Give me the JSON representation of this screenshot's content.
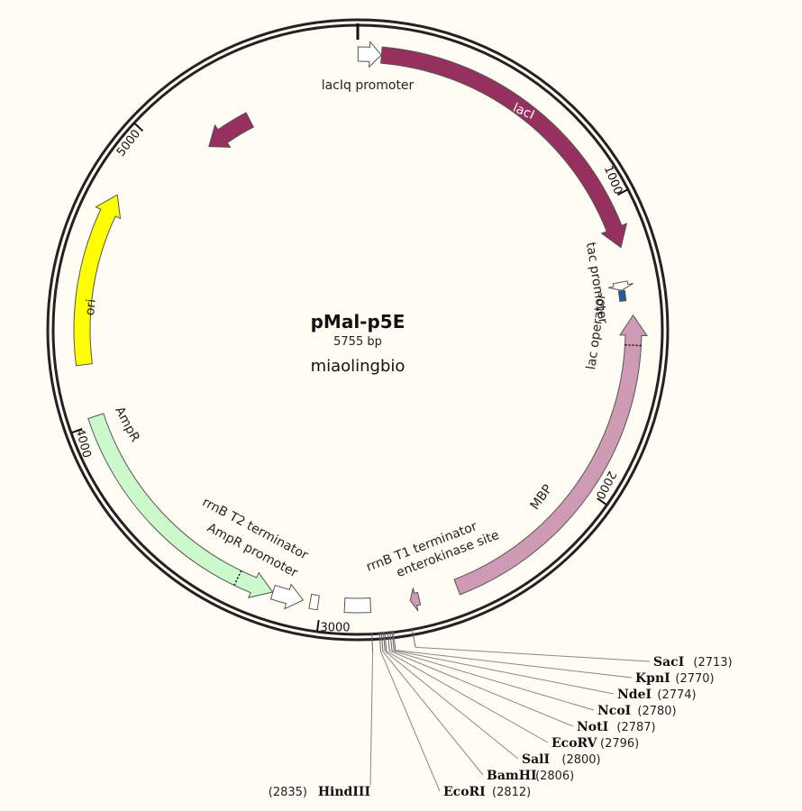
{
  "plasmid": {
    "name": "pMal-p5E",
    "length_bp": 5755,
    "length_label": "5755 bp",
    "source": "miaolingbio"
  },
  "ticks": [
    {
      "pos": 1000,
      "label": "1000"
    },
    {
      "pos": 2000,
      "label": "2000"
    },
    {
      "pos": 3000,
      "label": "3000"
    },
    {
      "pos": 4000,
      "label": "4000"
    },
    {
      "pos": 5000,
      "label": "5000"
    }
  ],
  "features": [
    {
      "name": "lacIq promoter",
      "start": 1,
      "end": 78,
      "strand": 1,
      "type": "promoter",
      "label": "lacIq promoter",
      "inner_label": "",
      "color": "#ffffff"
    },
    {
      "name": "lacI",
      "start": 79,
      "end": 1161,
      "strand": 1,
      "type": "cds",
      "label": "",
      "inner_label": "lacI",
      "color": "#96305e"
    },
    {
      "name": "tac promoter",
      "start": 1275,
      "end": 1303,
      "strand": 1,
      "type": "promoter",
      "label": "tac promoter",
      "inner_label": "",
      "color": "#ffffff"
    },
    {
      "name": "lac operator",
      "start": 1311,
      "end": 1327,
      "strand": 1,
      "type": "operator",
      "label": "lac operator",
      "inner_label": "",
      "color": "#1f5fa0"
    },
    {
      "name": "MBP",
      "start": 1390,
      "end": 2540,
      "strand": -1,
      "type": "cds",
      "label": "MBP",
      "inner_label": "",
      "color": "#cf9ab3"
    },
    {
      "name": "enterokinase site",
      "start": 2680,
      "end": 2694,
      "strand": 1,
      "type": "site",
      "label": "enterokinase site",
      "inner_label": "",
      "color": "#cf9ab3"
    },
    {
      "name": "rrnB T1 terminator",
      "start": 2835,
      "end": 2921,
      "strand": 1,
      "type": "terminator",
      "label": "rrnB T1 terminator",
      "inner_label": "",
      "color": "#ffffff"
    },
    {
      "name": "rrnB T2 terminator",
      "start": 3009,
      "end": 3036,
      "strand": 1,
      "type": "terminator",
      "label": "rrnB T2 terminator",
      "inner_label": "",
      "color": "#ffffff"
    },
    {
      "name": "AmpR promoter",
      "start": 3060,
      "end": 3164,
      "strand": -1,
      "type": "promoter",
      "label": "AmpR promoter",
      "inner_label": "",
      "color": "#ffffff"
    },
    {
      "name": "AmpR",
      "start": 3165,
      "end": 4025,
      "strand": -1,
      "type": "cds",
      "label": "AmpR",
      "inner_label": "",
      "color": "#ccf9cc"
    },
    {
      "name": "ori",
      "start": 4200,
      "end": 4785,
      "strand": 1,
      "type": "origin",
      "label": "",
      "inner_label": "ori",
      "color": "#ffff00"
    },
    {
      "name": "rop",
      "start": 5130,
      "end": 5320,
      "strand": -1,
      "type": "cds",
      "label": "",
      "inner_label": "rop",
      "color": "#96305e"
    }
  ],
  "restriction_sites": [
    {
      "name": "SacI",
      "pos": 2713,
      "pos_label": "(2713)"
    },
    {
      "name": "KpnI",
      "pos": 2770,
      "pos_label": "(2770)"
    },
    {
      "name": "NdeI",
      "pos": 2774,
      "pos_label": "(2774)"
    },
    {
      "name": "NcoI",
      "pos": 2780,
      "pos_label": "(2780)"
    },
    {
      "name": "NotI",
      "pos": 2787,
      "pos_label": "(2787)"
    },
    {
      "name": "EcoRV",
      "pos": 2796,
      "pos_label": "(2796)"
    },
    {
      "name": "SalI",
      "pos": 2800,
      "pos_label": "(2800)"
    },
    {
      "name": "BamHI",
      "pos": 2806,
      "pos_label": "(2806)"
    },
    {
      "name": "EcoRI",
      "pos": 2812,
      "pos_label": "(2812)"
    },
    {
      "name": "HindIII",
      "pos": 2835,
      "pos_label": "(2835)"
    }
  ]
}
